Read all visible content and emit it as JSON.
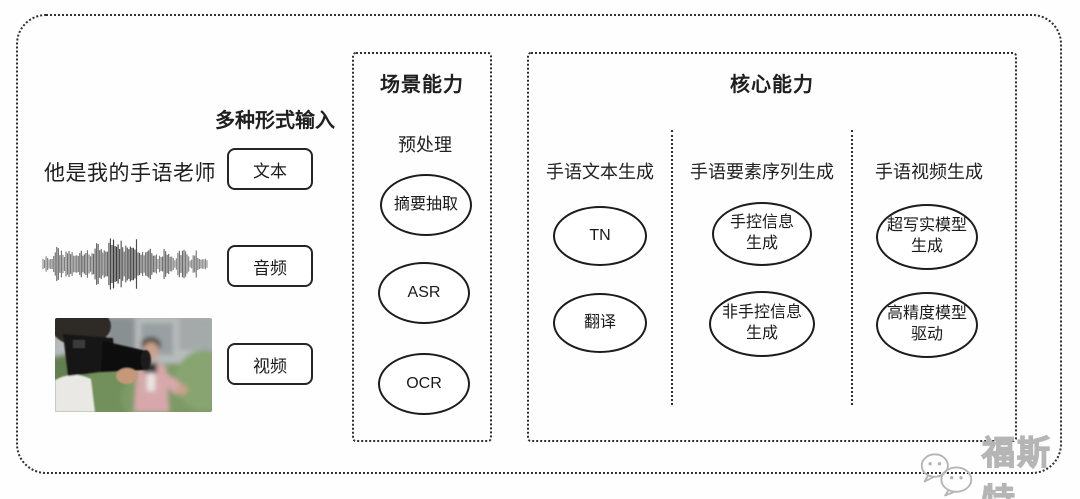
{
  "input_section": {
    "label": "多种形式输入",
    "sample_text": "他是我的手语老师",
    "items": [
      {
        "label": "文本"
      },
      {
        "label": "音频"
      },
      {
        "label": "视频"
      }
    ],
    "icons": {
      "audio": "audio-waveform-icon",
      "video": "video-thumbnail-image"
    }
  },
  "scene_box": {
    "title": "场景能力",
    "subtitle": "预处理",
    "nodes": [
      "摘要抽取",
      "ASR",
      "OCR"
    ]
  },
  "core_box": {
    "title": "核心能力",
    "columns": [
      {
        "header": "手语文本生成",
        "nodes": [
          "TN",
          "翻译"
        ]
      },
      {
        "header": "手语要素序列生成",
        "nodes": [
          "手控信息\n生成",
          "非手控信息\n生成"
        ]
      },
      {
        "header": "手语视频生成",
        "nodes": [
          "超写实模型\n生成",
          "高精度模型\n驱动"
        ]
      }
    ]
  },
  "watermark": {
    "text": "福斯特",
    "icon": "wechat-logo-icon"
  },
  "colors": {
    "outline": "#2f2f2f",
    "node_stroke": "#1c1c1c",
    "watermark_gray": "#b5b5b5"
  }
}
